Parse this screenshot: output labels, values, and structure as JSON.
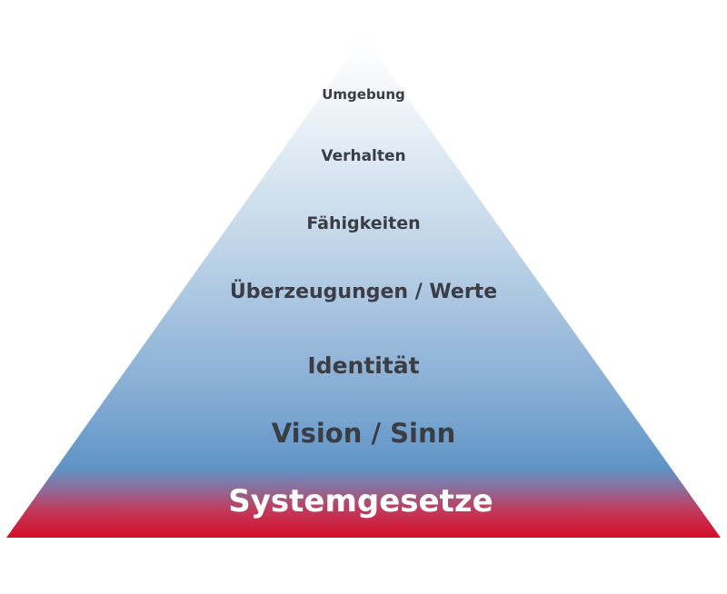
{
  "pyramid": {
    "levels": [
      "Umgebung",
      "Verhalten",
      "Fähigkeiten",
      "Überzeugungen / Werte",
      "Identität",
      "Vision / Sinn",
      "Systemgesetze"
    ]
  },
  "colors": {
    "top": "#ffffff",
    "blue": "#5b94c8",
    "base_red": "#d2102a",
    "label_dark": "#3a3d44",
    "label_base": "#ffffff"
  }
}
